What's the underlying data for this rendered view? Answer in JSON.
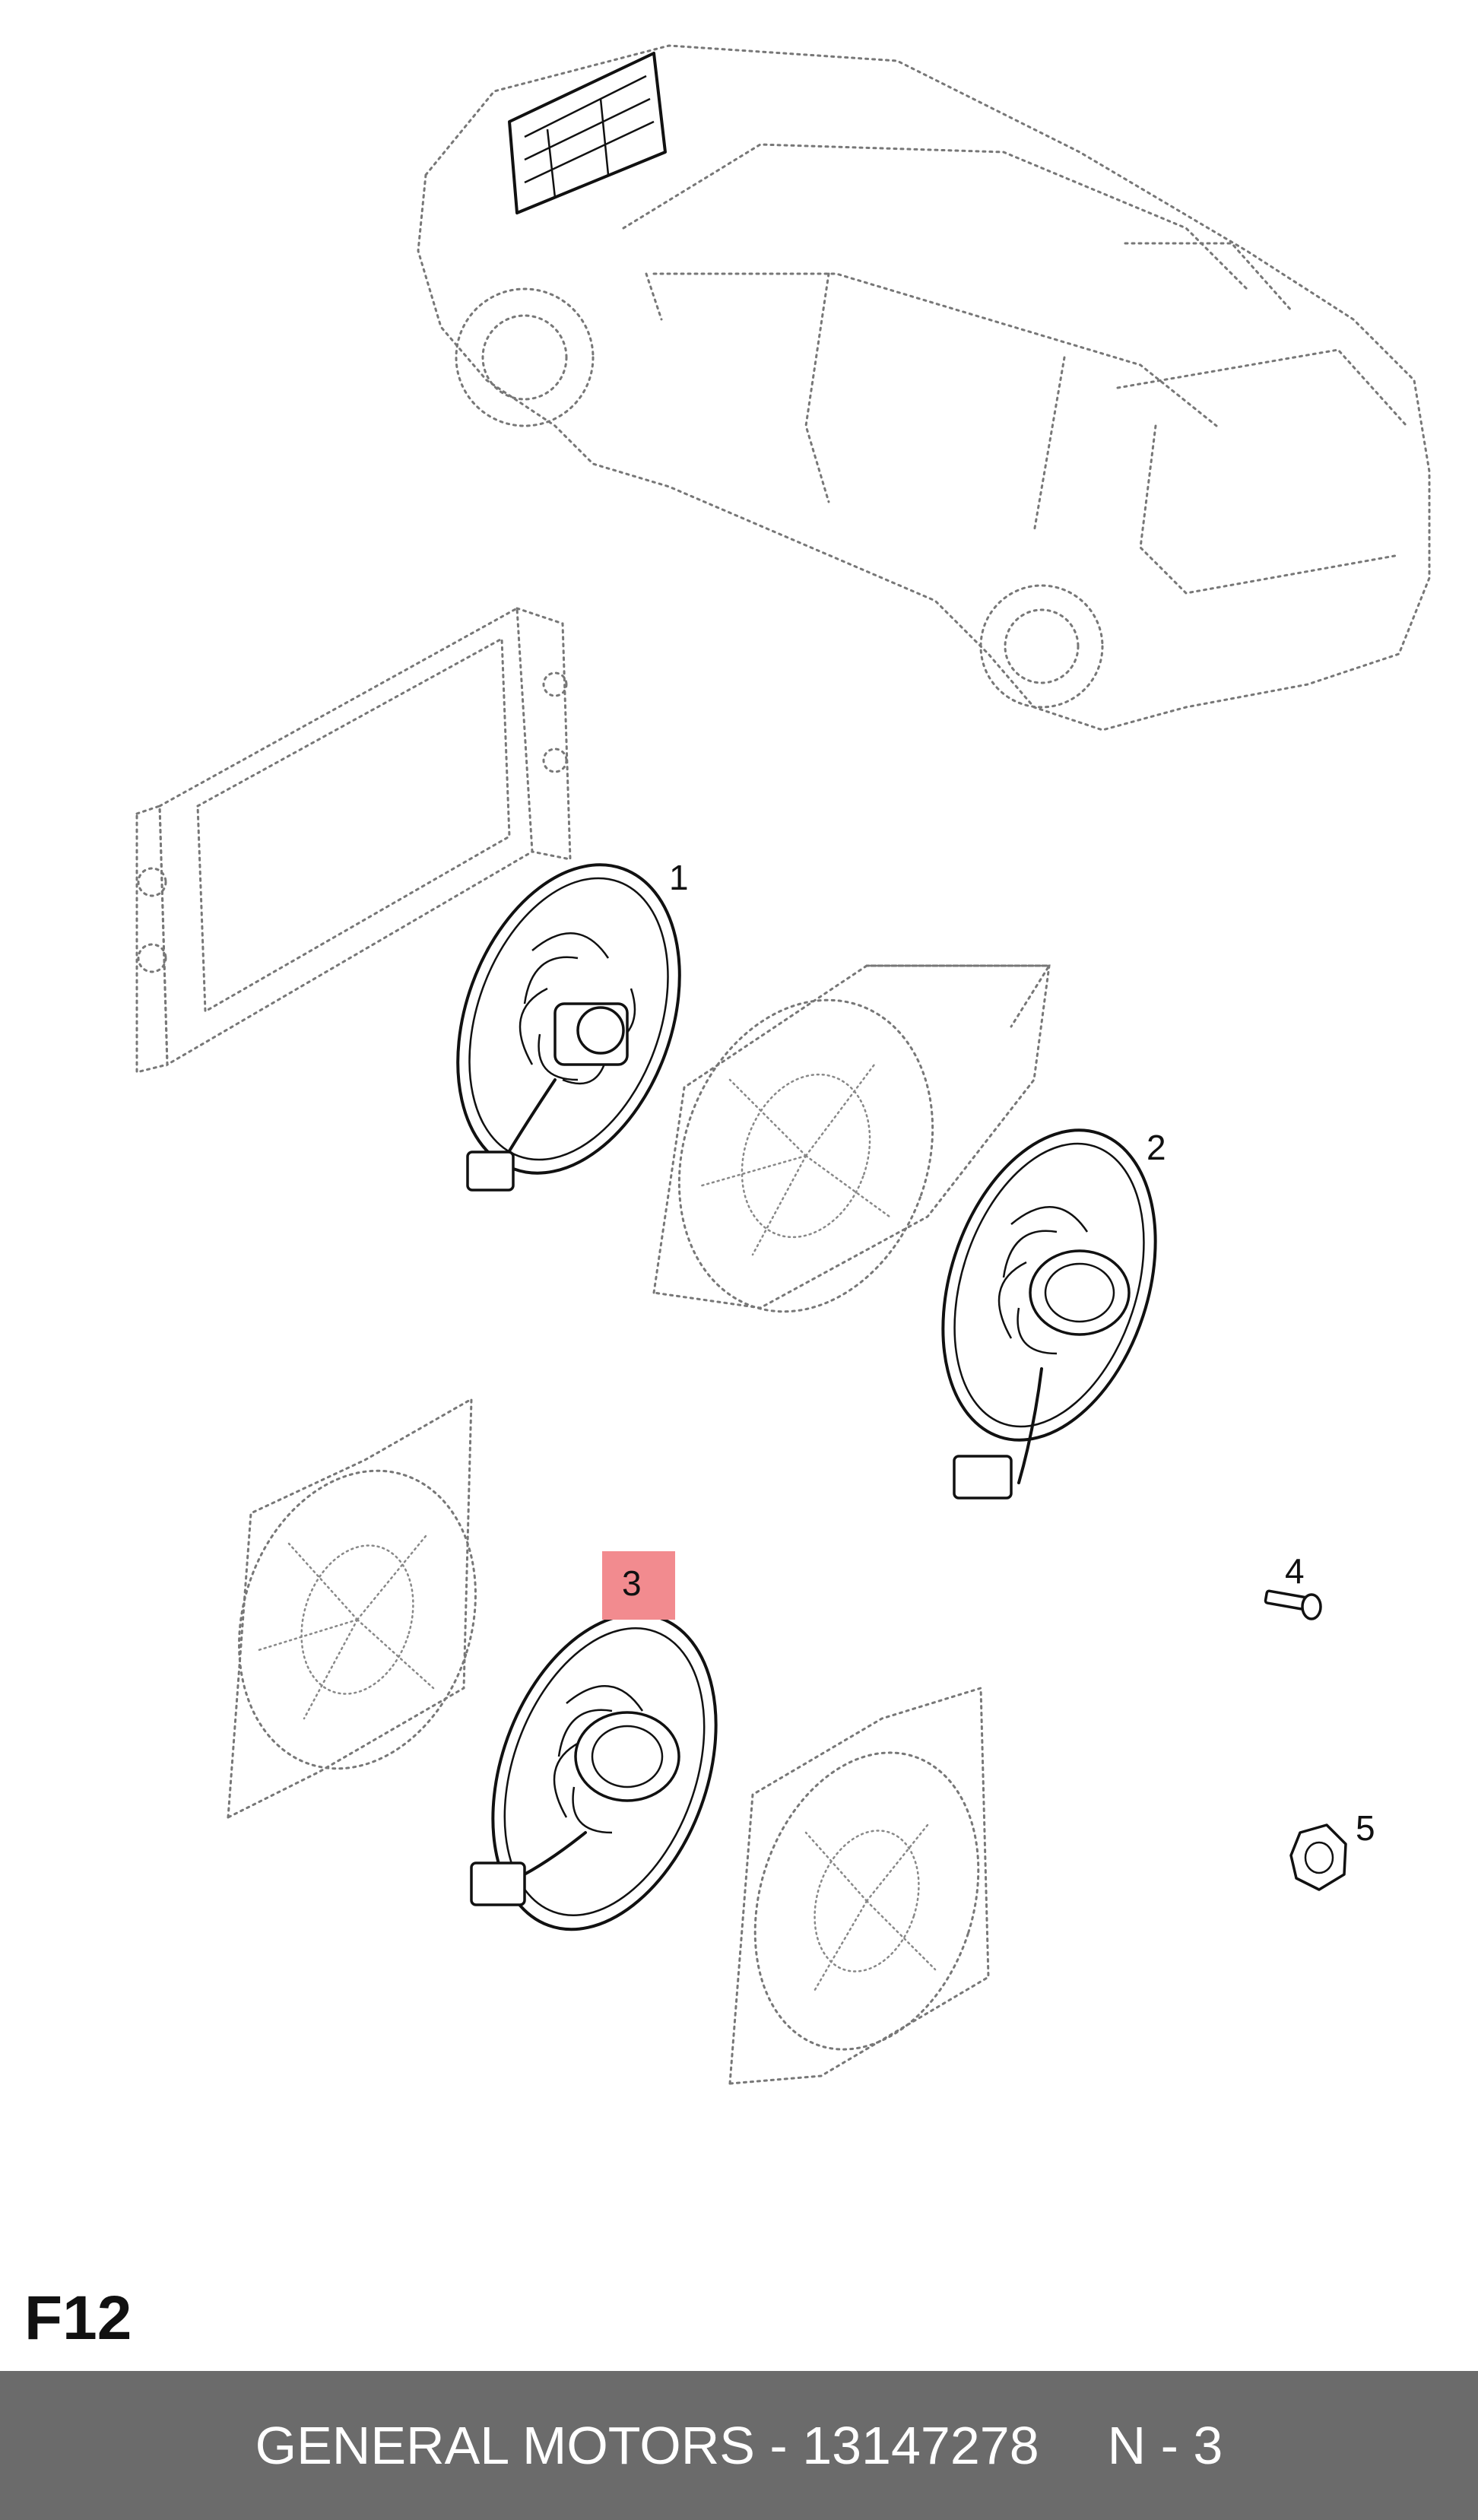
{
  "diagram": {
    "code": "F12",
    "callouts": [
      {
        "id": "1",
        "highlighted": false
      },
      {
        "id": "2",
        "highlighted": false
      },
      {
        "id": "3",
        "highlighted": true
      },
      {
        "id": "4",
        "highlighted": false
      },
      {
        "id": "5",
        "highlighted": false
      }
    ],
    "highlight_color": "#f28b8f"
  },
  "footer": {
    "part_label": "GENERAL MOTORS - 13147278",
    "position_label": "N - 3",
    "background_color": "#6b6b6b"
  }
}
